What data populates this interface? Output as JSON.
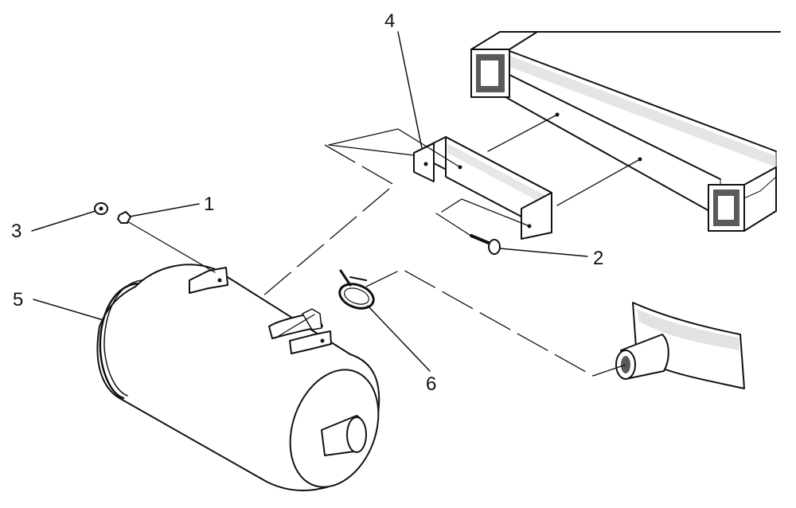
{
  "diagram": {
    "callouts": [
      {
        "id": "1",
        "label": "1"
      },
      {
        "id": "2",
        "label": "2"
      },
      {
        "id": "3",
        "label": "3"
      },
      {
        "id": "4",
        "label": "4"
      },
      {
        "id": "5",
        "label": "5"
      },
      {
        "id": "6",
        "label": "6"
      }
    ],
    "colors": {
      "ink": "#111111",
      "background": "#ffffff",
      "shading": "#cfcfcf"
    }
  }
}
